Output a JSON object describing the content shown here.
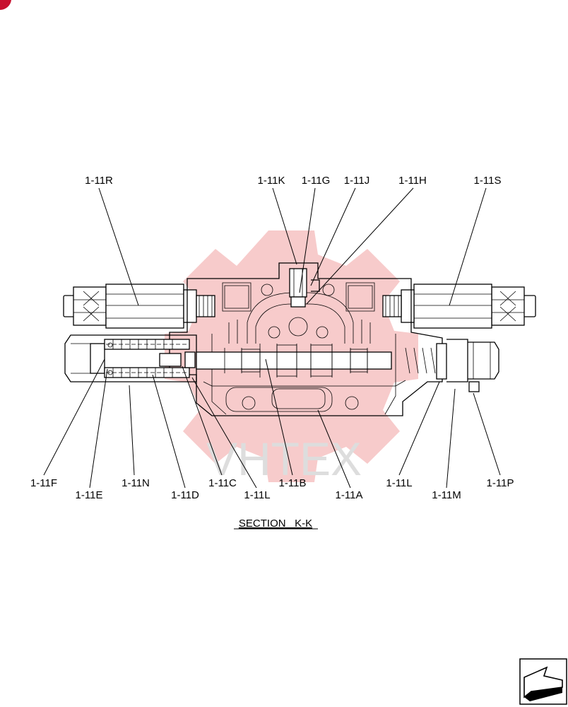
{
  "diagram": {
    "caption": "SECTION   K-K",
    "watermark": "VHTEX",
    "labels": {
      "r": "1-11R",
      "k": "1-11K",
      "g": "1-11G",
      "j": "1-11J",
      "h": "1-11H",
      "s": "1-11S",
      "f": "1-11F",
      "e": "1-11E",
      "n": "1-11N",
      "d": "1-11D",
      "c": "1-11C",
      "l_left": "1-11L",
      "b": "1-11B",
      "a": "1-11A",
      "l_right": "1-11L",
      "m": "1-11M",
      "p": "1-11P"
    }
  },
  "colors": {
    "watermark": "#f6c2c2",
    "watermark_text": "#d8d8d8",
    "corner_badge": "#c8102e",
    "line": "#000000"
  },
  "icons": {
    "corner": "badge-icon",
    "next_page": "arrow-next-page-icon"
  }
}
